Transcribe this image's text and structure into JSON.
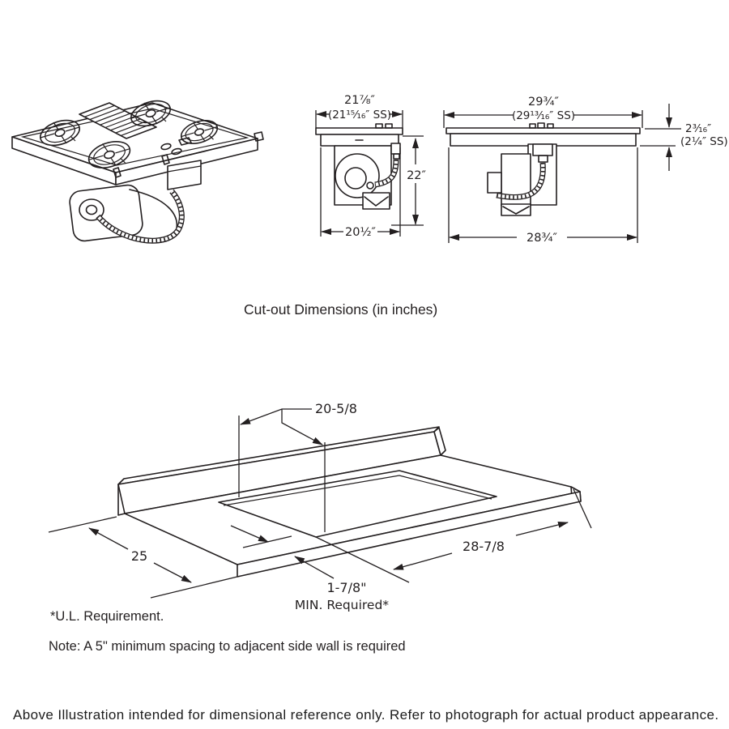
{
  "page": {
    "title": "Cut-out Dimensions (in inches)",
    "ul_requirement": "*U.L. Requirement.",
    "note": "Note: A 5\" minimum spacing to adjacent side wall is required",
    "footer": "Above Illustration intended for dimensional reference only. Refer to photograph for actual product appearance."
  },
  "front_view": {
    "width_primary": "21⅞″",
    "width_ss": "(21¹⁵⁄₁₆″ SS)",
    "height": "22″",
    "bottom_width": "20½″"
  },
  "side_view": {
    "width_primary": "29¾″",
    "width_ss": "(29¹³⁄₁₆″ SS)",
    "rim_height": "2³⁄₁₆″",
    "rim_height_ss": "(2¼″ SS)",
    "bottom_width": "28¾″"
  },
  "cutout_view": {
    "depth": "20-5/8",
    "counter_depth": "25",
    "width": "28-7/8",
    "front_clearance": "1-7/8\"",
    "front_clearance_note": "MIN. Required*"
  },
  "colors": {
    "line": "#231f20",
    "background": "#ffffff"
  }
}
